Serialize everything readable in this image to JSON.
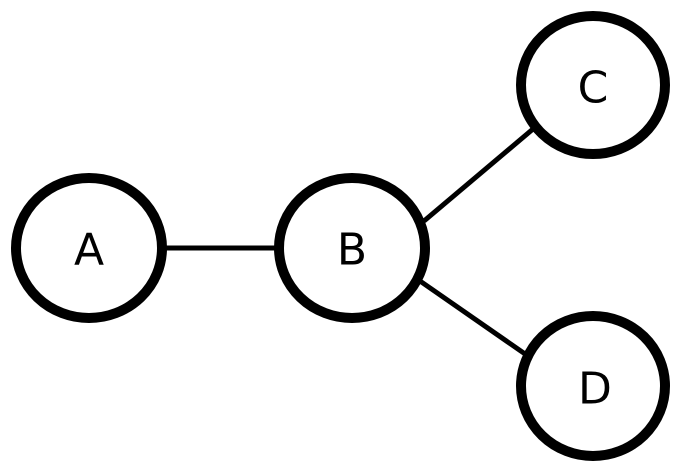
{
  "diagram": {
    "type": "undirected-graph",
    "nodes": [
      {
        "id": "A",
        "label": "A"
      },
      {
        "id": "B",
        "label": "B"
      },
      {
        "id": "C",
        "label": "C"
      },
      {
        "id": "D",
        "label": "D"
      }
    ],
    "edges": [
      {
        "from": "A",
        "to": "B"
      },
      {
        "from": "B",
        "to": "C"
      },
      {
        "from": "B",
        "to": "D"
      }
    ],
    "colors": {
      "stroke": "#000000",
      "fill": "#ffffff",
      "background": "#ffffff"
    }
  }
}
